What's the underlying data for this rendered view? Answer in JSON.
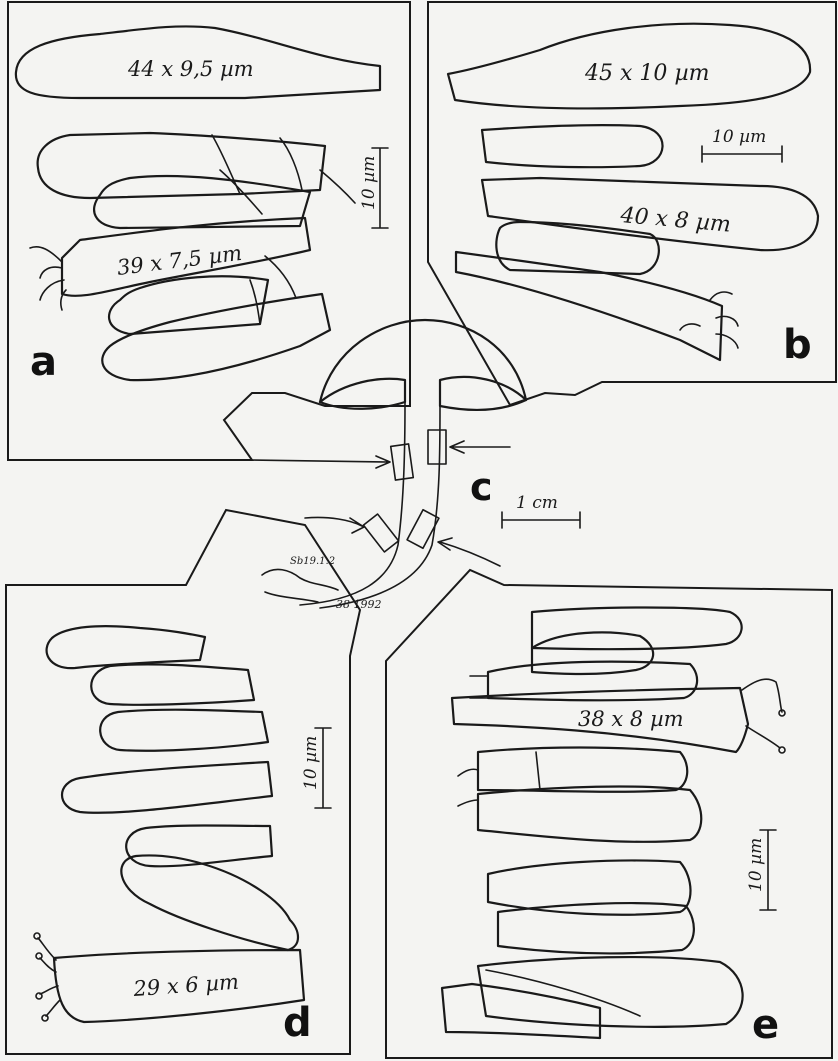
{
  "panels": {
    "a": {
      "letter": "a",
      "upper_cell_label": "44 x 9,5 µm",
      "lower_cell_label": "39 x 7,5 µm",
      "scale_label": "10 µm"
    },
    "b": {
      "letter": "b",
      "upper_cell_label": "45 x 10 µm",
      "lower_cell_label": "40 x 8 µm",
      "scale_label": "10 µm"
    },
    "c": {
      "letter": "c",
      "scale_label": "1 cm",
      "label_1": "Sb19.1.2",
      "label_2": "38 1992"
    },
    "d": {
      "letter": "d",
      "cell_label": "29 x 6 µm",
      "scale_label": "10 µm"
    },
    "e": {
      "letter": "e",
      "cell_label": "38 x 8 µm",
      "scale_label": "10 µm"
    }
  }
}
